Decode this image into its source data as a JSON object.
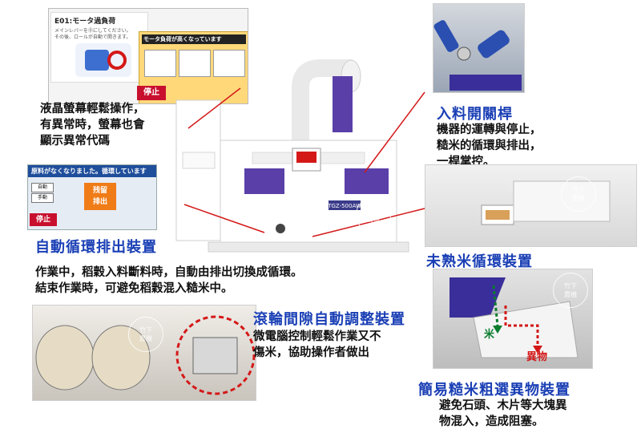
{
  "lcd_panel": {
    "warning_code": "E01:モータ過負荷",
    "warning_msg_line1": "メインレバーを⓪にしてください。",
    "warning_msg_line2": "その後、ロールが自動で開きます。",
    "popup_title": "モータ負荷が高くなっています",
    "stop_label": "停止"
  },
  "lcd_caption": {
    "line1": "液晶螢幕輕鬆操作，",
    "line2": "有異常時，螢幕也會",
    "line3": "顯示異常代碼"
  },
  "inlet": {
    "title": "入料開關桿",
    "line1": "機器的運轉與停止，",
    "line2": "糙米的循環與排出，",
    "line3": "一桿掌控。"
  },
  "cycle_screen": {
    "header": "原料がなくなりました。循環しています",
    "mode_auto": "自動",
    "mode_manual": "手動",
    "residual_line1": "残留",
    "residual_line2": "排出",
    "stop_label": "停止"
  },
  "auto_cycle": {
    "title": "自動循環排出裝置",
    "line1": "作業中，稻穀入料斷料時，自動由排出切換成循環。",
    "line2": "結束作業時，可避免稻穀混入糙米中。"
  },
  "immature": {
    "title": "未熟米循環裝置"
  },
  "roller": {
    "title": "滾輪間隙自動調整裝置",
    "line1": "微電腦控制輕鬆作業又不",
    "line2": "傷米，協助操作者做出"
  },
  "sorter": {
    "label_rice": "米",
    "label_foreign": "異物",
    "title": "簡易糙米粗選異物裝置",
    "line1": "避免石頭、木片等大塊異",
    "line2": "物混入，造成阻塞。"
  },
  "machine": {
    "model_badge": "TGZ-500AW"
  },
  "watermark": {
    "line1": "竹下",
    "line2": "農機"
  },
  "colors": {
    "accent_blue": "#1a3fb5",
    "pointer_red": "#d41818",
    "stop_red": "#c8102e",
    "machine_purple": "#5a3fa8"
  }
}
